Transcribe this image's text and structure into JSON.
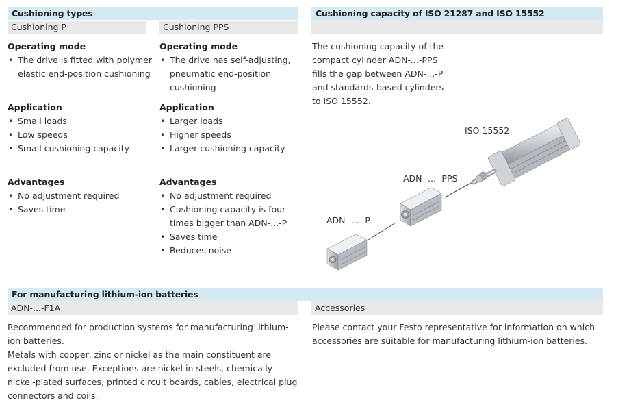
{
  "cushioning_types": {
    "title": "Cushioning types",
    "col_p": {
      "subheader": "Cushioning P",
      "operating_mode": {
        "heading": "Operating mode",
        "items": [
          "The drive is fitted with polymer elastic end-position cushioning"
        ]
      },
      "application": {
        "heading": "Application",
        "items": [
          "Small loads",
          "Low speeds",
          "Small cushioning capacity"
        ]
      },
      "advantages": {
        "heading": "Advantages",
        "items": [
          "No adjustment required",
          "Saves time"
        ]
      }
    },
    "col_pps": {
      "subheader": "Cushioning PPS",
      "operating_mode": {
        "heading": "Operating mode",
        "items": [
          "The drive has self-adjusting, pneumatic end-position cushioning"
        ]
      },
      "application": {
        "heading": "Application",
        "items": [
          "Larger loads",
          "Higher speeds",
          "Larger cushioning capacity"
        ]
      },
      "advantages": {
        "heading": "Advantages",
        "items": [
          "No adjustment required",
          "Cushioning capacity is four times bigger than ADN-...-P",
          "Saves time",
          "Reduces noise"
        ]
      }
    }
  },
  "capacity": {
    "title": "Cushioning capacity of ISO 21287 and ISO 15552",
    "text": "The cushioning capacity of the compact cylinder ADN-...-PPS fills the gap between ADN-...-P and standards-based cylinders to ISO 15552.",
    "labels": {
      "iso": "ISO 15552",
      "pps": "ADN- ... -PPS",
      "p": "ADN- ... -P"
    }
  },
  "lithium": {
    "title": "For manufacturing lithium-ion batteries",
    "subheader": "ADN-...-F1A",
    "para1": "Recommended for production systems for manufacturing lithium-ion batteries.",
    "para2": "Metals with copper, zinc or nickel as the main constituent are excluded from use. Exceptions are nickel in steels, chemically nickel-plated surfaces, printed circuit boards, cables, electrical plug connectors and coils."
  },
  "accessories": {
    "subheader": "Accessories",
    "text": "Please contact your Festo representative for information on which accessories are suitable for manufacturing lithium-ion batteries."
  }
}
